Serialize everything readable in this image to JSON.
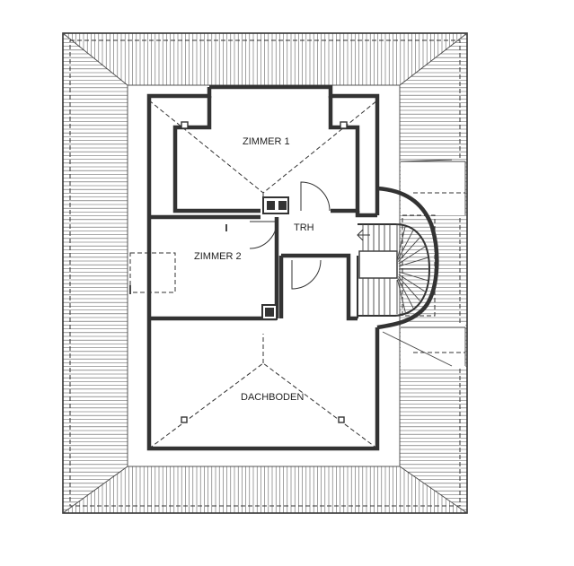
{
  "rooms": {
    "zimmer1": "ZIMMER 1",
    "zimmer2": "ZIMMER 2",
    "trh": "TRH",
    "dachboden": "DACHBODEN"
  },
  "colors": {
    "line": "#333333",
    "background": "#ffffff"
  }
}
